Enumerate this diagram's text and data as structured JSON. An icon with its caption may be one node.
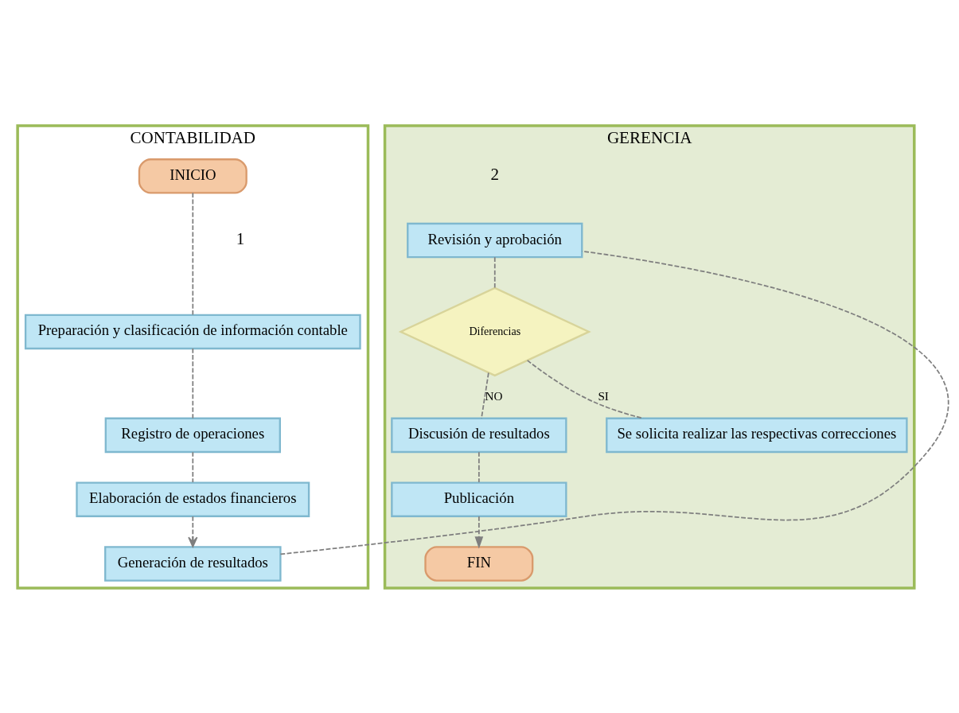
{
  "diagram": {
    "nodes": [
      {
        "text": [
          "CONTABILIDAD"
        ]
      },
      {
        "text": [
          "INICIO"
        ],
        "in": 0
      },
      {
        "text": [
          "Preparación y clasificación de información contable"
        ],
        "in": 0
      },
      {
        "text": [
          "Registro de operaciones"
        ],
        "in": 0
      },
      {
        "text": [
          "Elaboración de estados financieros"
        ],
        "in": 0
      },
      {
        "text": [
          "Generación de resultados"
        ],
        "in": 0
      },
      {
        "text": [
          "GERENCIA"
        ]
      },
      {
        "text": [
          "Revisión y aprobación"
        ],
        "in": 6
      },
      {
        "text": [
          "Diferencias"
        ],
        "in": 6
      },
      {
        "text": [
          "Discusión de resultados"
        ],
        "in": 6
      },
      {
        "text": [
          "Se solicita realizar las respectivas correcciones"
        ],
        "in": 6
      },
      {
        "text": [
          "Publicación"
        ],
        "in": 6
      },
      {
        "text": [
          "FIN"
        ],
        "in": 6
      }
    ],
    "edges": [
      {
        "from": 1,
        "to": 2,
        "arrow": "none",
        "style": "dashed"
      },
      {
        "from": 2,
        "to": 3,
        "arrow": "none",
        "style": "dashed"
      },
      {
        "from": 3,
        "to": 4,
        "arrow": "none",
        "style": "dashed"
      },
      {
        "from": 4,
        "to": 5,
        "arrow": "to",
        "style": "dashed"
      },
      {
        "from": 5,
        "to": 7,
        "arrow": "none",
        "style": "dashed"
      },
      {
        "from": 7,
        "to": 8,
        "arrow": "none",
        "style": "dashed"
      },
      {
        "from": 8,
        "to": 9,
        "arrow": "none",
        "style": "dashed",
        "label": "NO"
      },
      {
        "from": 8,
        "to": 10,
        "arrow": "none",
        "style": "dashed",
        "label": "SI"
      },
      {
        "from": 9,
        "to": 11,
        "arrow": "none",
        "style": "dashed"
      },
      {
        "from": 11,
        "to": 12,
        "arrow": "to",
        "style": "dashed"
      }
    ],
    "labels": [
      "2",
      "1"
    ]
  }
}
